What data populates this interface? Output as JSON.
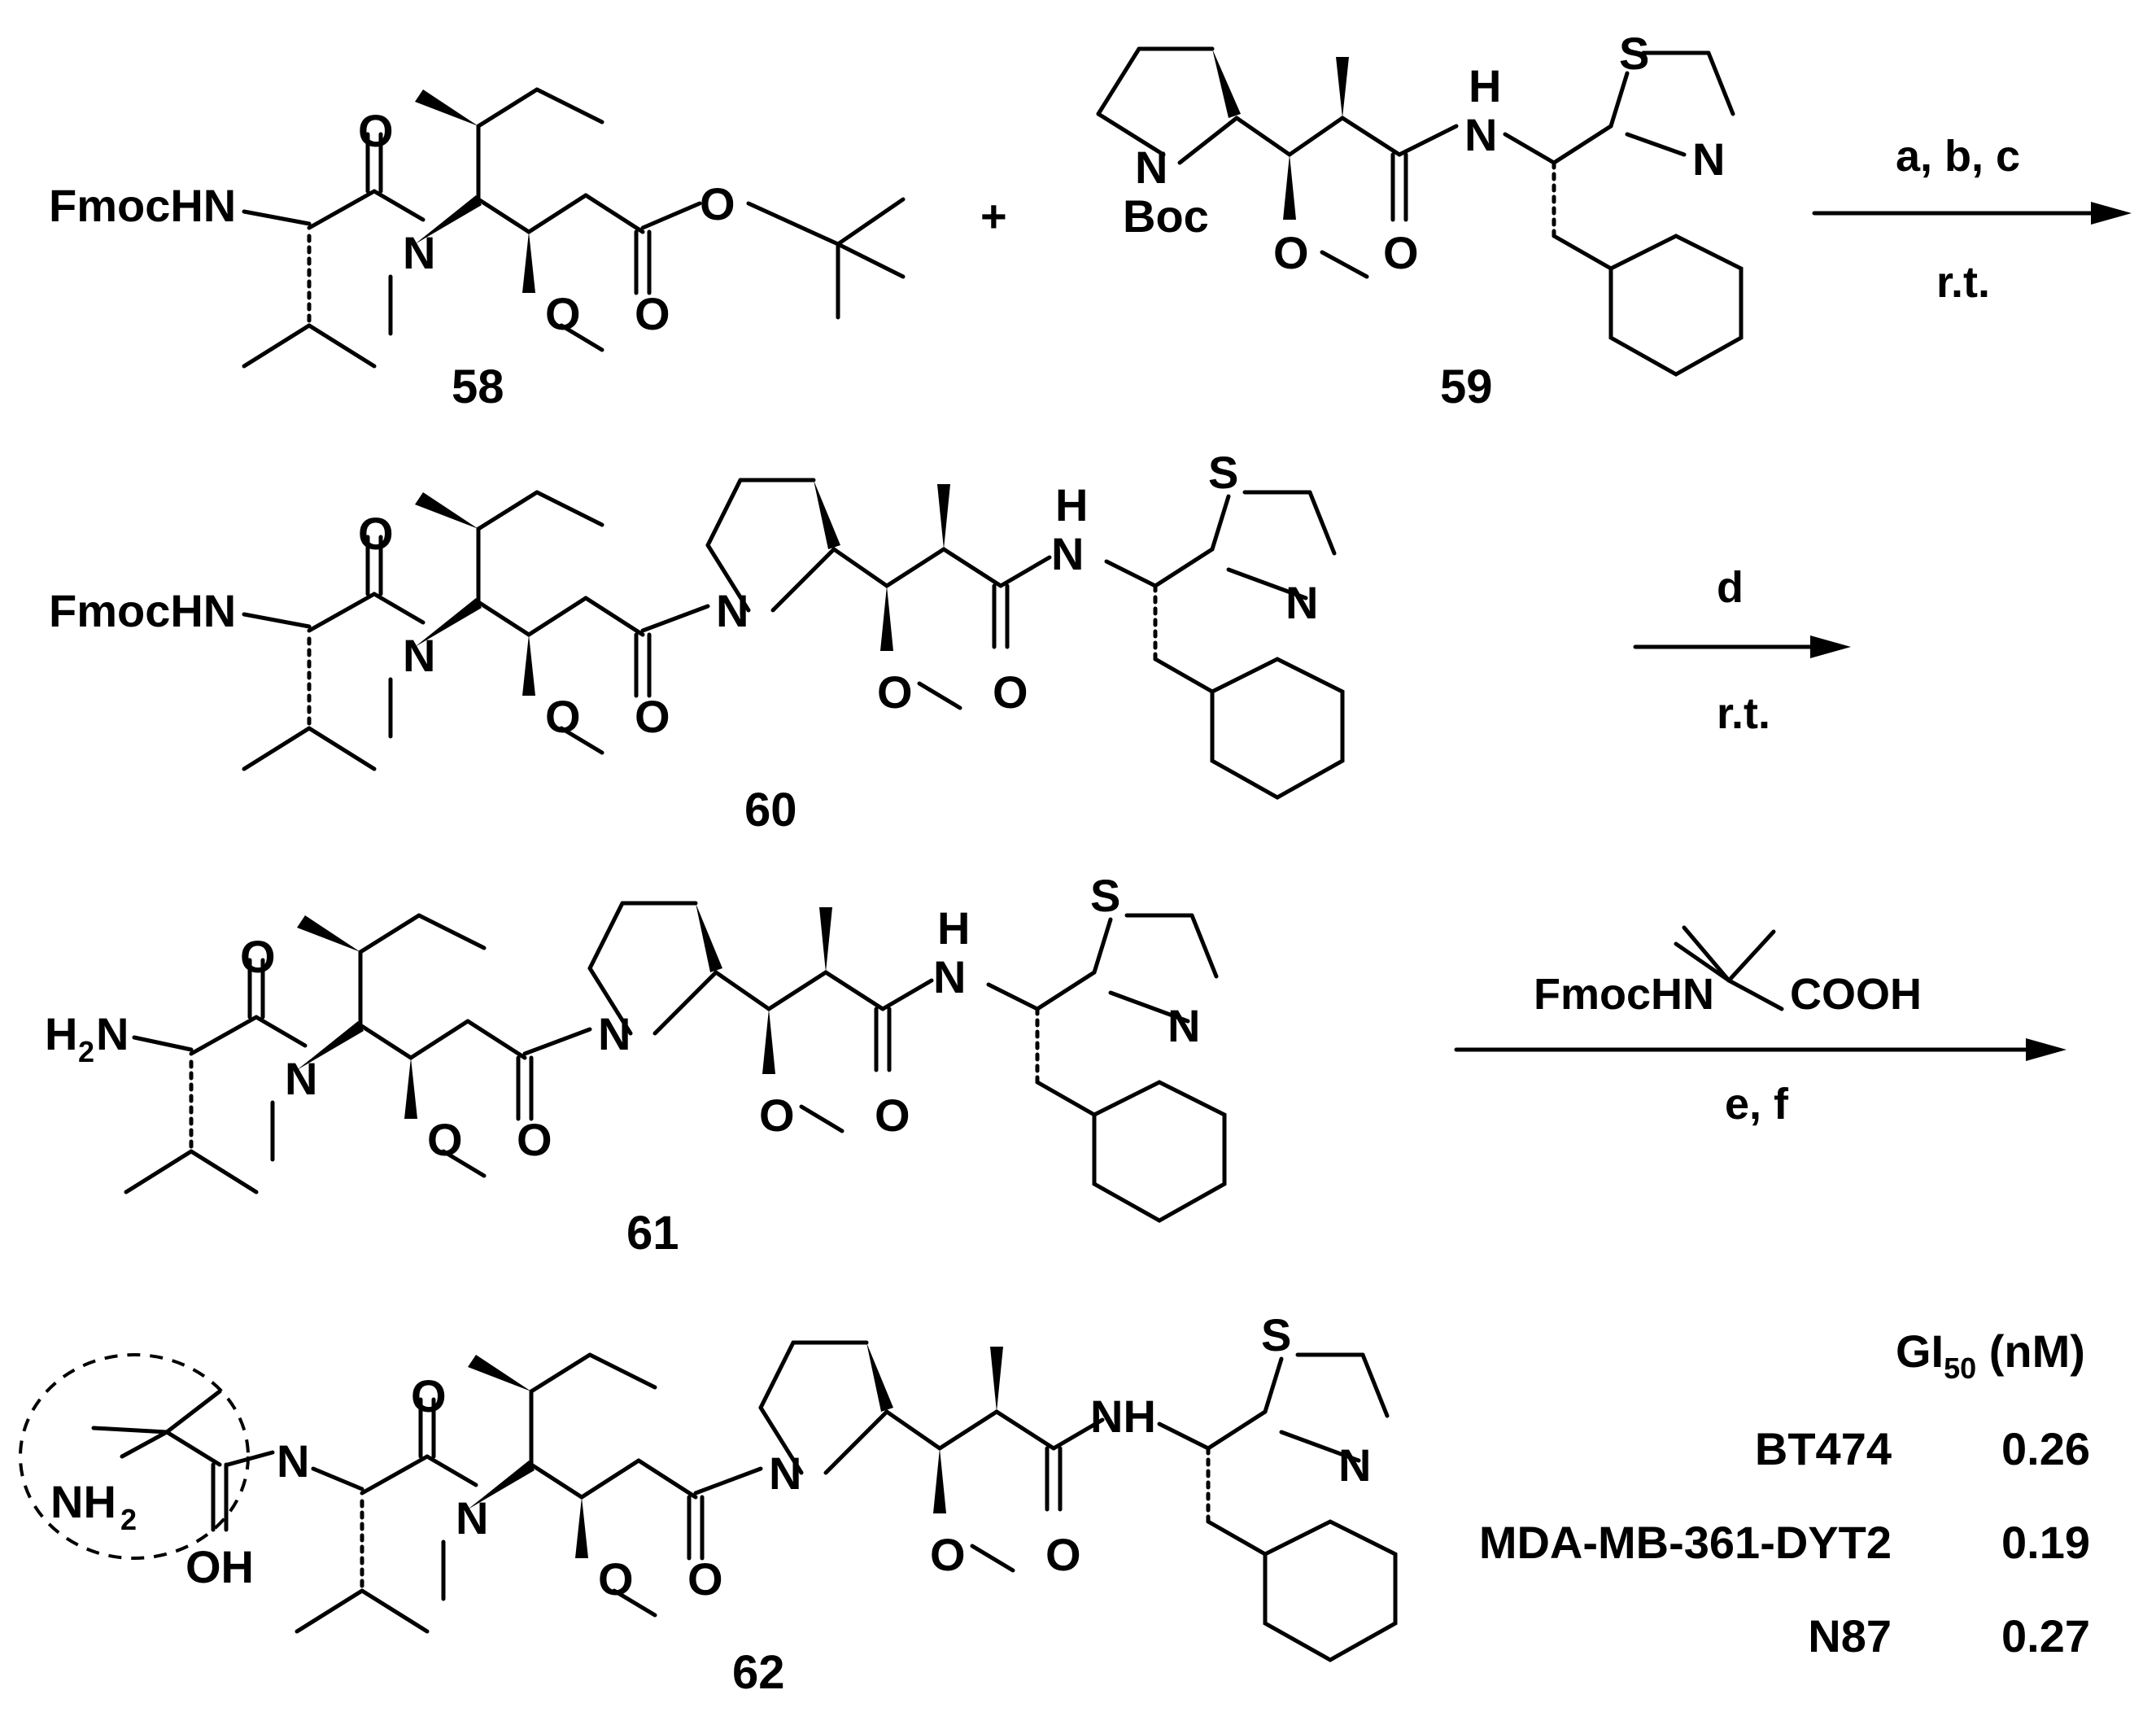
{
  "compounds": {
    "c58": {
      "label": "58"
    },
    "c59": {
      "label": "59"
    },
    "c60": {
      "label": "60"
    },
    "c61": {
      "label": "61"
    },
    "c62": {
      "label": "62"
    }
  },
  "atoms": {
    "fmochn": "FmocHN",
    "h2n_main": "H",
    "h2n_sub": "2",
    "h2n_N": "N",
    "nh2_N": "NH",
    "nh2_sub": "2",
    "oh": "OH",
    "n": "N",
    "o": "O",
    "s": "S",
    "h": "H",
    "nh": "NH",
    "boc": "Boc",
    "cooh": "COOH",
    "plus": "+"
  },
  "conditions": {
    "step1_top": "a, b, c",
    "step1_bottom": "r.t.",
    "step2_top": "d",
    "step2_bottom": "r.t.",
    "step3_reagent_left": "FmocHN",
    "step3_reagent_right": "COOH",
    "step3_bottom": "e, f"
  },
  "activity_table": {
    "header_main": "GI",
    "header_sub": "50",
    "header_unit": " (nM)",
    "rows": [
      {
        "cell_line": "BT474",
        "value": "0.26"
      },
      {
        "cell_line": "MDA-MB-361-DYT2",
        "value": "0.19"
      },
      {
        "cell_line": "N87",
        "value": "0.27"
      }
    ]
  }
}
